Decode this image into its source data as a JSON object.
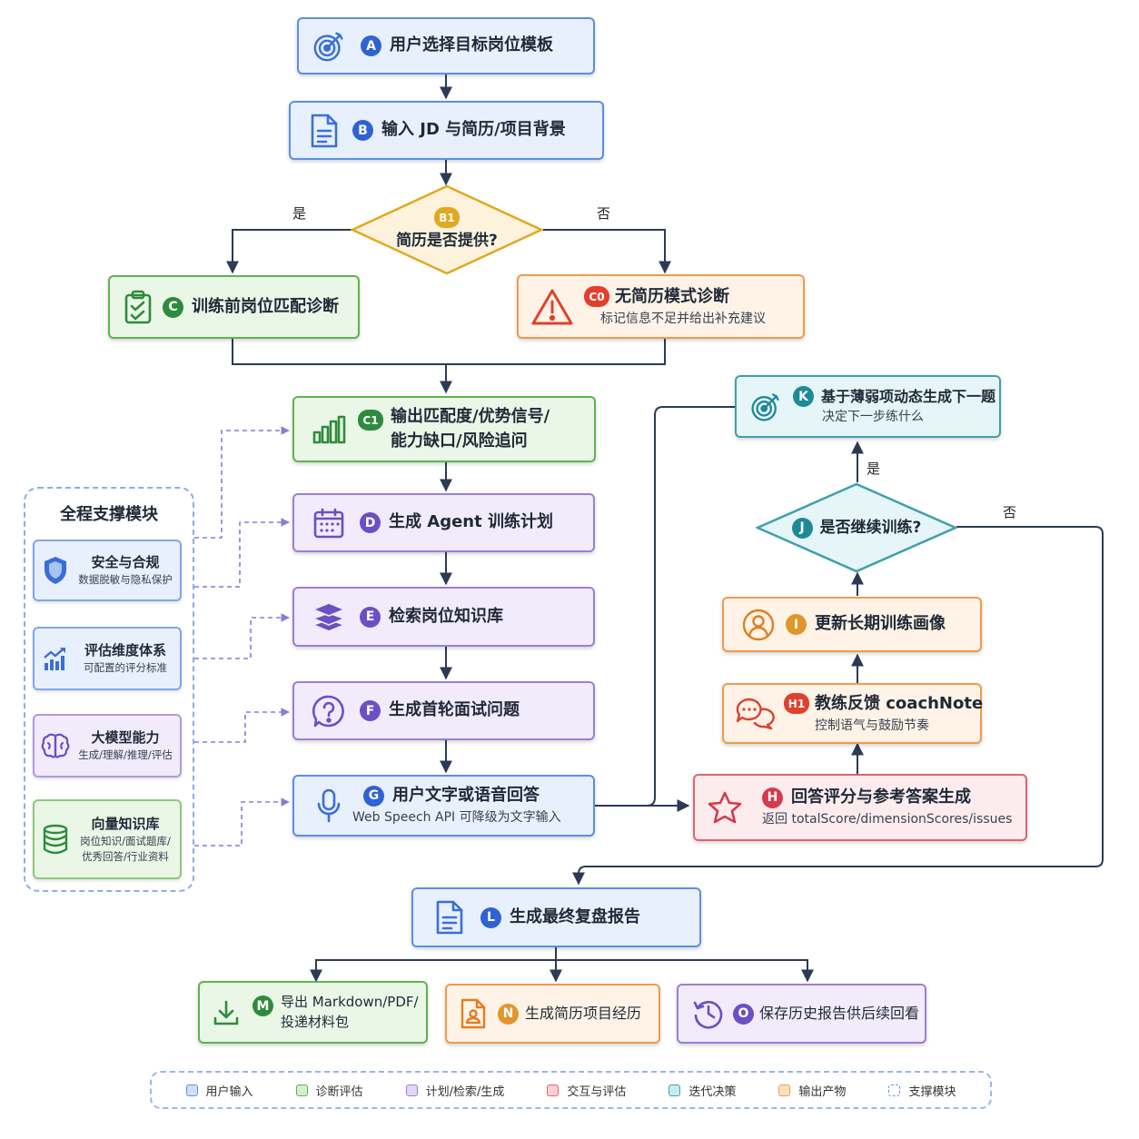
{
  "colors": {
    "blue": "#5b8fe3",
    "green": "#5fb34f",
    "purple": "#9a7fd6",
    "red": "#e0626f",
    "orange": "#ef9a4e",
    "teal": "#3f9fae",
    "gold": "#e2a820"
  },
  "nodes": {
    "A": {
      "badge": "A",
      "icon": "target-icon",
      "title": "用户选择目标岗位模板"
    },
    "B": {
      "badge": "B",
      "icon": "document-icon",
      "title": "输入 JD 与简历/项目背景"
    },
    "B1": {
      "badge": "B1",
      "title": "简历是否提供?"
    },
    "C": {
      "badge": "C",
      "icon": "clipboard-check-icon",
      "title": "训练前岗位匹配诊断"
    },
    "C0": {
      "badge": "C0",
      "icon": "warning-icon",
      "title": "无简历模式诊断",
      "subtitle": "标记信息不足并给出补充建议"
    },
    "C1": {
      "badge": "C1",
      "icon": "bar-chart-icon",
      "title": "输出匹配度/优势信号/",
      "title2": "能力缺口/风险追问"
    },
    "D": {
      "badge": "D",
      "icon": "calendar-icon",
      "title": "生成 Agent 训练计划"
    },
    "E": {
      "badge": "E",
      "icon": "layers-icon",
      "title": "检索岗位知识库"
    },
    "F": {
      "badge": "F",
      "icon": "question-icon",
      "title": "生成首轮面试问题"
    },
    "G": {
      "badge": "G",
      "icon": "microphone-icon",
      "title": "用户文字或语音回答",
      "subtitle": "Web Speech API 可降级为文字输入"
    },
    "H": {
      "badge": "H",
      "icon": "star-icon",
      "title": "回答评分与参考答案生成",
      "subtitle": "返回 totalScore/dimensionScores/issues"
    },
    "H1": {
      "badge": "H1",
      "icon": "chat-icon",
      "title": "教练反馈 coachNote",
      "subtitle": "控制语气与鼓励节奏"
    },
    "I": {
      "badge": "I",
      "icon": "profile-icon",
      "title": "更新长期训练画像"
    },
    "J": {
      "badge": "J",
      "title": "是否继续训练?"
    },
    "K": {
      "badge": "K",
      "icon": "target-icon",
      "title": "基于薄弱项动态生成下一题",
      "subtitle": "决定下一步练什么"
    },
    "L": {
      "badge": "L",
      "icon": "document-icon",
      "title": "生成最终复盘报告"
    },
    "M": {
      "badge": "M",
      "icon": "download-icon",
      "title": "导出 Markdown/PDF/",
      "title2": "投递材料包"
    },
    "N": {
      "badge": "N",
      "icon": "resume-icon",
      "title": "生成简历项目经历"
    },
    "O": {
      "badge": "O",
      "icon": "history-clock-icon",
      "title": "保存历史报告供后续回看"
    }
  },
  "edge_labels": {
    "b1_yes": "是",
    "b1_no": "否",
    "j_yes": "是",
    "j_no": "否"
  },
  "support": {
    "title": "全程支撑模块",
    "cards": [
      {
        "icon": "shield-icon",
        "title": "安全与合规",
        "desc": "数据脱敏与隐私保护"
      },
      {
        "icon": "growth-chart-icon",
        "title": "评估维度体系",
        "desc": "可配置的评分标准"
      },
      {
        "icon": "brain-icon",
        "title": "大模型能力",
        "desc": "生成/理解/推理/评估"
      },
      {
        "icon": "database-icon",
        "title": "向量知识库",
        "desc": "岗位知识/面试题库/",
        "desc2": "优秀回答/行业资料"
      }
    ]
  },
  "legend": [
    {
      "label": "用户输入",
      "color": "#5b8fe3",
      "fill": "#cfe0fb"
    },
    {
      "label": "诊断评估",
      "color": "#5fb34f",
      "fill": "#d4efcb"
    },
    {
      "label": "计划/检索/生成",
      "color": "#9a7fd6",
      "fill": "#e2d7f7"
    },
    {
      "label": "交互与评估",
      "color": "#e0626f",
      "fill": "#f9d2d6"
    },
    {
      "label": "迭代决策",
      "color": "#3f9fae",
      "fill": "#cdebef"
    },
    {
      "label": "输出产物",
      "color": "#ef9a4e",
      "fill": "#fde0bd"
    },
    {
      "label": "支撑模块",
      "color": "#5b8fe3",
      "fill": "#ffffff",
      "dashed": true
    }
  ]
}
